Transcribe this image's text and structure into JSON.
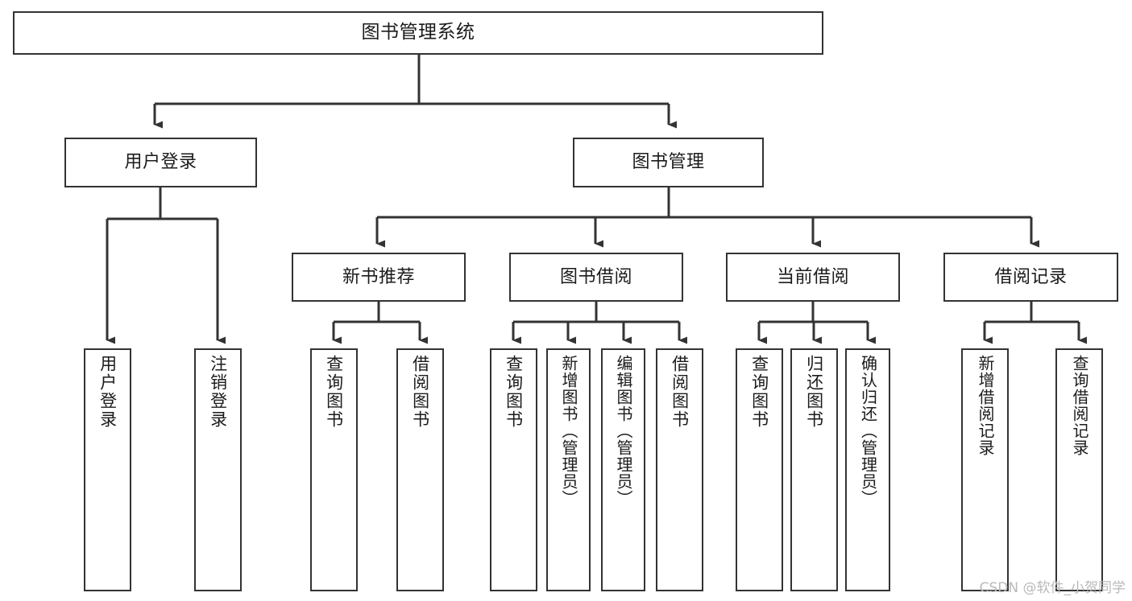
{
  "diagram": {
    "title": "图书管理系统",
    "type": "tree",
    "watermark": "CSDN @软件_小贺同学",
    "colors": {
      "box_border": "#333333",
      "box_fill": "#ffffff",
      "edge": "#333333",
      "text": "#1b1b1b",
      "watermark": "#b9b9b9"
    },
    "nodes": {
      "root": {
        "label": "图书管理系统"
      },
      "level1": [
        {
          "id": "user-login",
          "label": "用户登录"
        },
        {
          "id": "book-manage",
          "label": "图书管理"
        }
      ],
      "level2": [
        {
          "id": "new-book-recommend",
          "label": "新书推荐",
          "parent": "book-manage"
        },
        {
          "id": "book-borrow",
          "label": "图书借阅",
          "parent": "book-manage"
        },
        {
          "id": "current-borrow",
          "label": "当前借阅",
          "parent": "book-manage"
        },
        {
          "id": "borrow-record",
          "label": "借阅记录",
          "parent": "book-manage"
        }
      ],
      "leaves": [
        {
          "id": "leaf-user-login",
          "label": "用户登录",
          "parent": "user-login"
        },
        {
          "id": "leaf-logout-login",
          "label": "注销登录",
          "parent": "user-login"
        },
        {
          "id": "leaf-query-book-1",
          "label": "查询图书",
          "parent": "new-book-recommend"
        },
        {
          "id": "leaf-borrow-book-1",
          "label": "借阅图书",
          "parent": "new-book-recommend"
        },
        {
          "id": "leaf-query-book-2",
          "label": "查询图书",
          "parent": "book-borrow"
        },
        {
          "id": "leaf-add-book",
          "label": "新增图书（管理员）",
          "parent": "book-borrow"
        },
        {
          "id": "leaf-edit-book",
          "label": "编辑图书（管理员）",
          "parent": "book-borrow"
        },
        {
          "id": "leaf-borrow-book-2",
          "label": "借阅图书",
          "parent": "book-borrow"
        },
        {
          "id": "leaf-query-book-3",
          "label": "查询图书",
          "parent": "current-borrow"
        },
        {
          "id": "leaf-return-book",
          "label": "归还图书",
          "parent": "current-borrow"
        },
        {
          "id": "leaf-confirm-return",
          "label": "确认归还（管理员）",
          "parent": "current-borrow"
        },
        {
          "id": "leaf-add-record",
          "label": "新增借阅记录",
          "parent": "borrow-record"
        },
        {
          "id": "leaf-query-record",
          "label": "查询借阅记录",
          "parent": "borrow-record"
        }
      ]
    }
  }
}
